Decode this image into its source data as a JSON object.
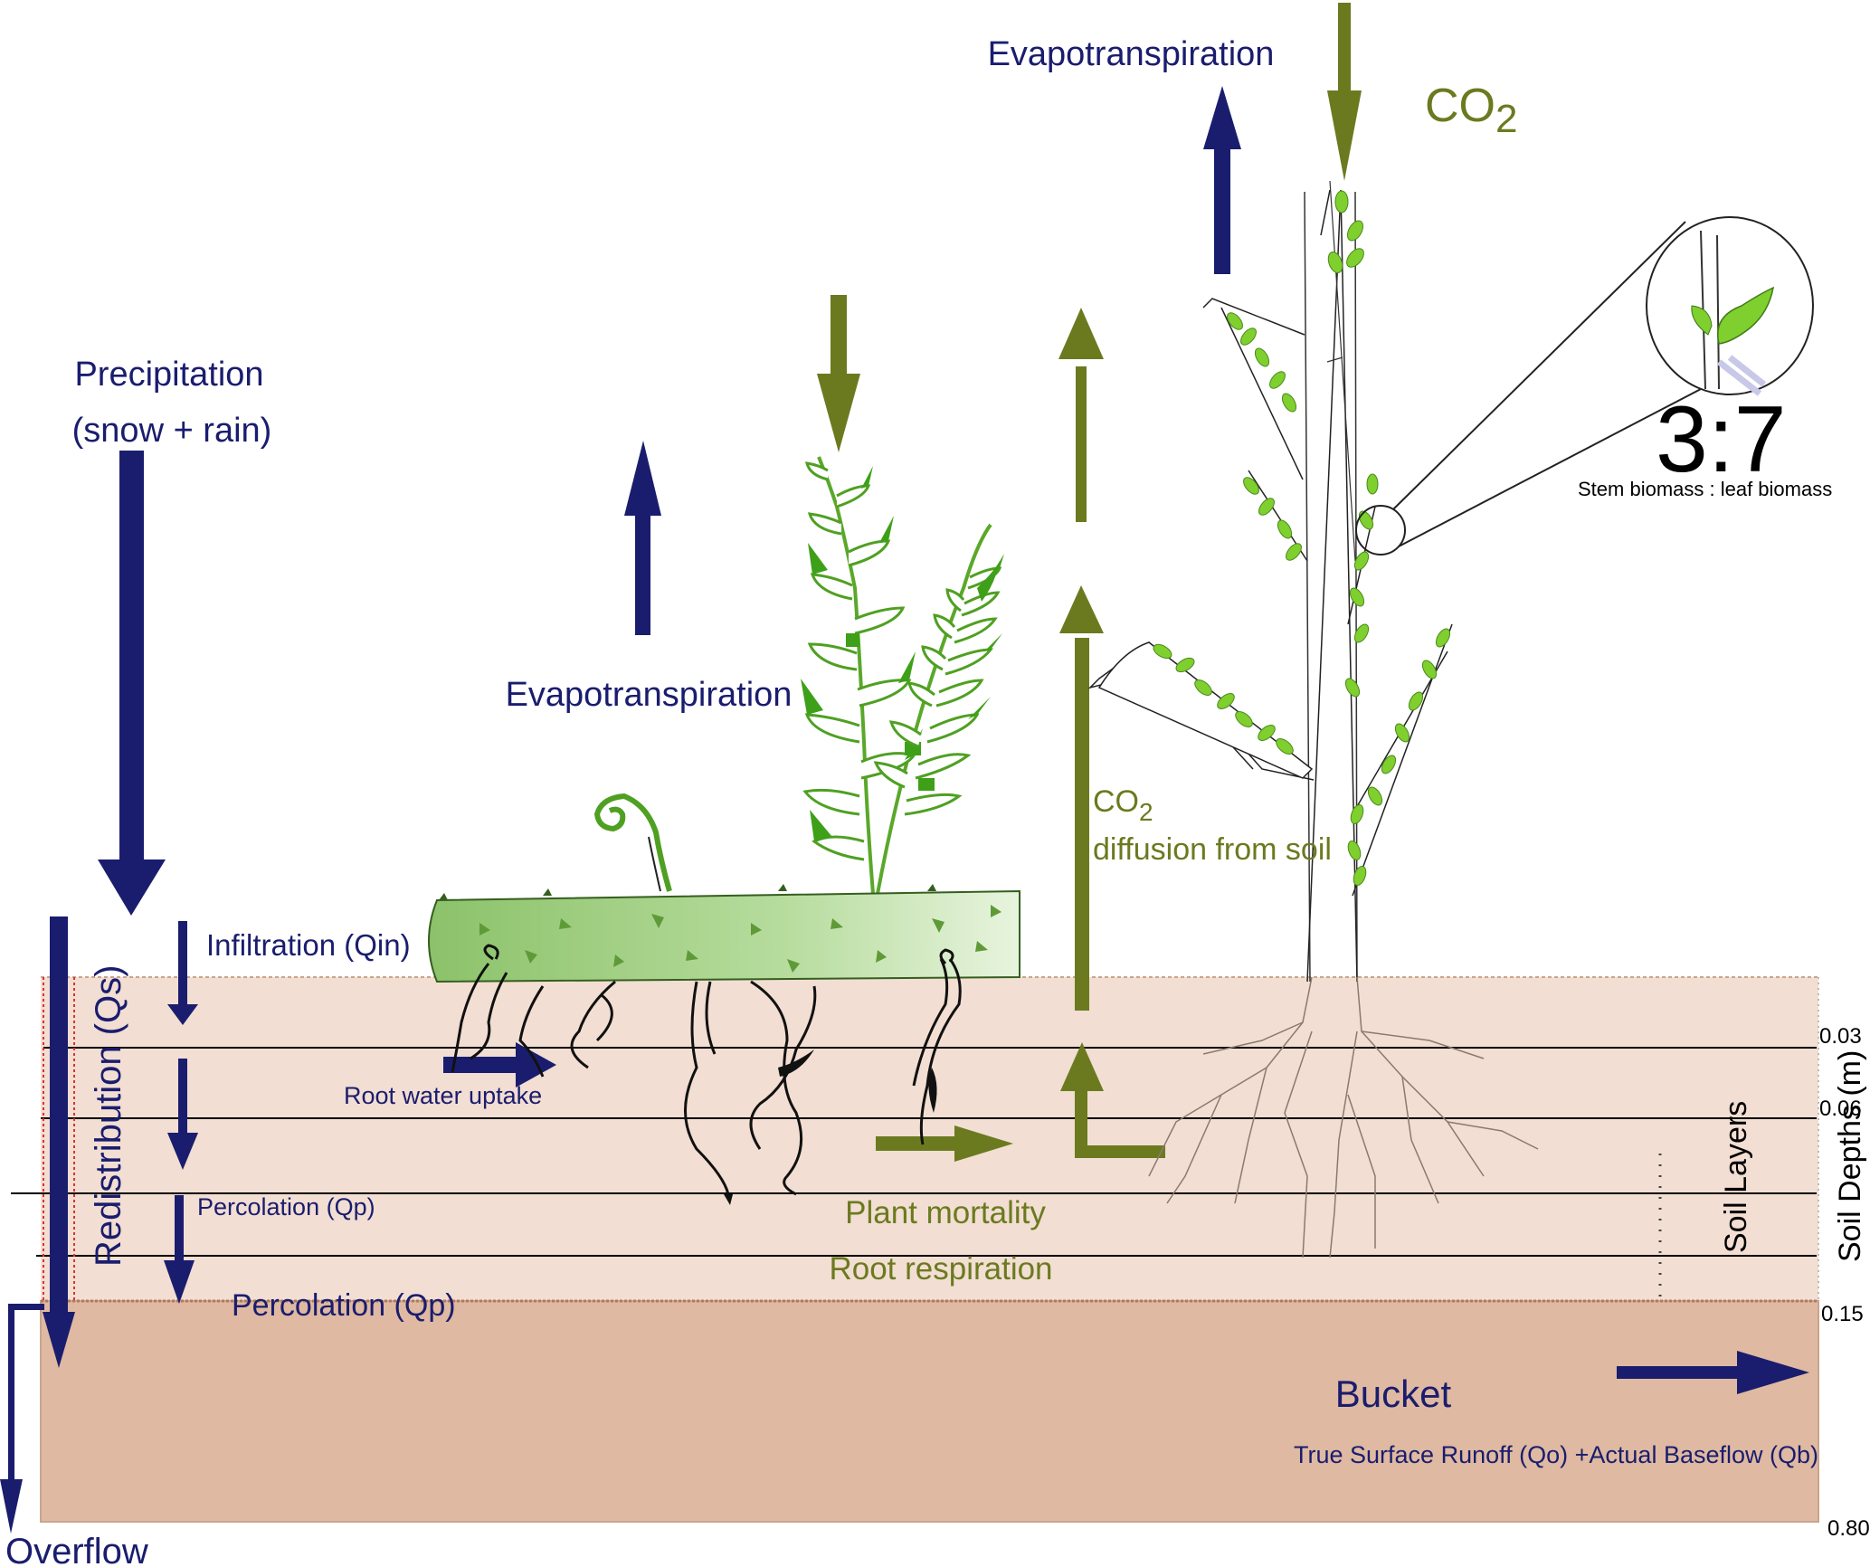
{
  "colors": {
    "water": "#1a1d6e",
    "carbon": "#6b7a1f",
    "soil_upper": "#f2ded2",
    "soil_bucket": "#dfb9a1",
    "leaf": "#7fcf2f",
    "log": "#9ccc7a"
  },
  "labels": {
    "precipitation": "Precipitation",
    "precipitation_sub": "(snow + rain)",
    "evapotranspiration_left": "Evapotranspiration",
    "evapotranspiration_top": "Evapotranspiration",
    "co2_top": "CO",
    "co2_top_sub": "2",
    "co2_soil": "CO",
    "co2_soil_sub": "2",
    "co2_soil_line2": "diffusion from soil",
    "ratio": "3:7",
    "ratio_caption": "Stem biomass :  leaf biomass",
    "infiltration": "Infiltration (Qin)",
    "redistribution": "Redistribution (Qs)",
    "root_water_uptake": "Root water uptake",
    "percolation_1": "Percolation (Qp)",
    "percolation_2": "Percolation (Qp)",
    "plant_mortality": "Plant mortality",
    "root_respiration": "Root respiration",
    "soil_layers": "Soil Layers",
    "soil_depths": "Soil Depths (m)",
    "bucket": "Bucket",
    "runoff": "True Surface Runoff (Qo) +Actual Baseflow (Qb)",
    "overflow": "Overflow"
  },
  "soil_depths": [
    "0.03",
    "0.06",
    "0.15",
    "0.80"
  ],
  "icons": [
    "precipitation-arrow-icon",
    "evapotranspiration-arrow-icon",
    "co2-arrow-icon",
    "fern-icon",
    "log-icon",
    "tree-icon",
    "magnifier-icon",
    "root-icon"
  ]
}
